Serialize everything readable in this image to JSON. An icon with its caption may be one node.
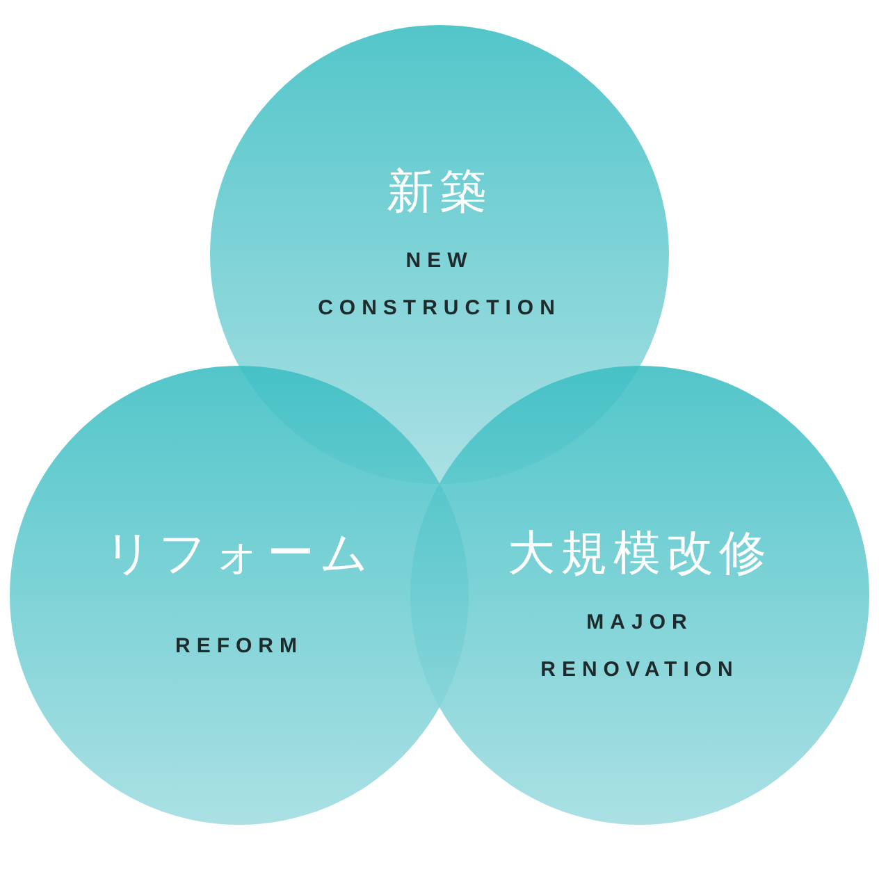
{
  "diagram": {
    "nodes": [
      {
        "text": [
          "新築",
          "NEW CONSTRUCTION"
        ]
      },
      {
        "text": [
          "リフォーム",
          "REFORM"
        ]
      },
      {
        "text": [
          "大規模改修",
          "MAJOR RENOVATION"
        ]
      }
    ]
  }
}
